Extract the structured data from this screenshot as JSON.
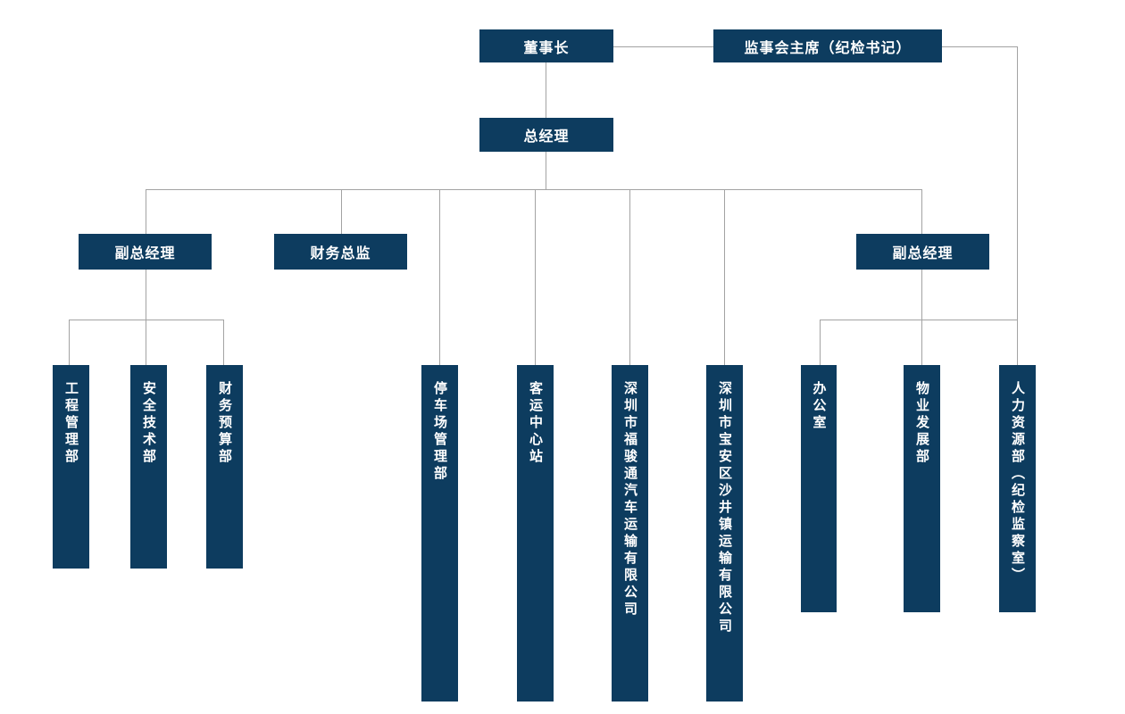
{
  "org_chart": {
    "colors": {
      "node_fill": "#0d3c5f",
      "node_text": "#ffffff",
      "connector": "#a3a3a3",
      "background": "#ffffff"
    },
    "nodes": {
      "chairman": {
        "label": "董事长"
      },
      "supervisory_chairman": {
        "label": "监事会主席（纪检书记）"
      },
      "general_manager": {
        "label": "总经理"
      },
      "deputy_gm_left": {
        "label": "副总经理"
      },
      "finance_director": {
        "label": "财务总监"
      },
      "deputy_gm_right": {
        "label": "副总经理"
      },
      "engineering_dept": {
        "label": "工程管理部"
      },
      "safety_tech_dept": {
        "label": "安全技术部"
      },
      "finance_budget_dept": {
        "label": "财务预算部"
      },
      "parking_mgmt_dept": {
        "label": "停车场管理部"
      },
      "passenger_center_station": {
        "label": "客运中心站"
      },
      "fujuntong_company": {
        "label": "深圳市福骏通汽车运输有限公司"
      },
      "shajing_company": {
        "label": "深圳市宝安区沙井镇运输有限公司"
      },
      "office": {
        "label": "办公室"
      },
      "property_dev_dept": {
        "label": "物业发展部"
      },
      "hr_dept": {
        "label": "人力资源部（纪检监察室）"
      }
    },
    "hierarchy": {
      "chairman": [
        "general_manager"
      ],
      "supervisory_chairman": [
        "hr_dept"
      ],
      "general_manager": [
        "deputy_gm_left",
        "finance_director",
        "parking_mgmt_dept",
        "passenger_center_station",
        "fujuntong_company",
        "shajing_company",
        "deputy_gm_right"
      ],
      "deputy_gm_left": [
        "engineering_dept",
        "safety_tech_dept",
        "finance_budget_dept"
      ],
      "deputy_gm_right": [
        "office",
        "property_dev_dept",
        "hr_dept"
      ]
    }
  }
}
